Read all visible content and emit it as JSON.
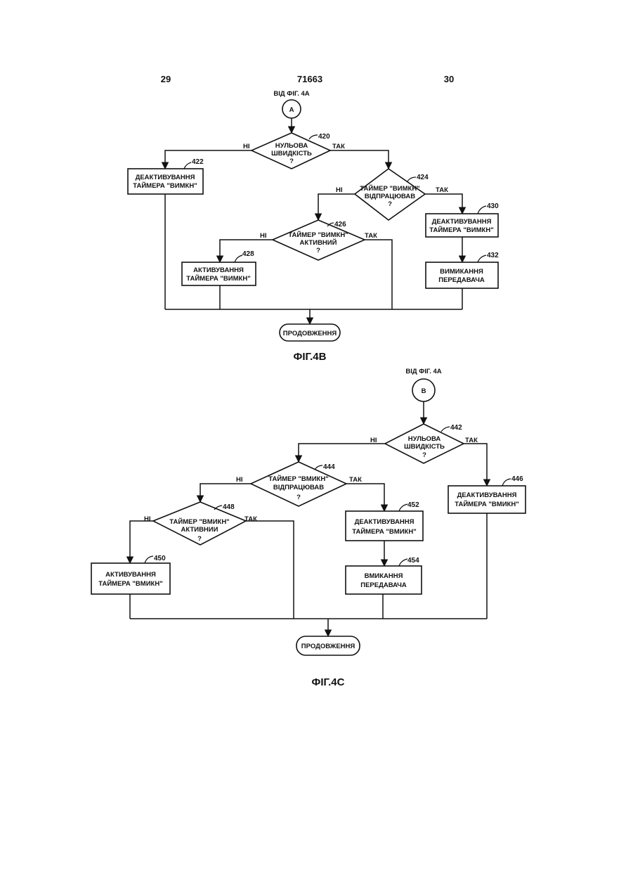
{
  "header": {
    "left_page": "29",
    "patent_number": "71663",
    "right_page": "30"
  },
  "fig4b": {
    "from_label": "ВІД ФІГ. 4А",
    "connector": "A",
    "d420": {
      "ref": "420",
      "lines": [
        "НУЛЬОВА",
        "ШВИДКІСТЬ",
        "?"
      ],
      "no": "НІ",
      "yes": "ТАК"
    },
    "b422": {
      "ref": "422",
      "lines": [
        "ДЕАКТИВУВАННЯ",
        "ТАЙМЕРА \"ВИМКН\""
      ]
    },
    "d424": {
      "ref": "424",
      "lines": [
        "ТАЙМЕР \"ВИМКН\"",
        "ВІДПРАЦЮВАВ",
        "?"
      ],
      "no": "НІ",
      "yes": "ТАК"
    },
    "d426": {
      "ref": "426",
      "lines": [
        "ТАЙМЕР \"ВИМКН\"",
        "АКТИВНИЙ",
        "?"
      ],
      "no": "НІ",
      "yes": "ТАК"
    },
    "b428": {
      "ref": "428",
      "lines": [
        "АКТИВУВАННЯ",
        "ТАЙМЕРА \"ВИМКН\""
      ]
    },
    "b430": {
      "ref": "430",
      "lines": [
        "ДЕАКТИВУВАННЯ",
        "ТАЙМЕРА \"ВИМКН\""
      ]
    },
    "b432": {
      "ref": "432",
      "lines": [
        "ВИМИКАННЯ",
        "ПЕРЕДАВАЧА"
      ]
    },
    "end": "ПРОДОВЖЕННЯ",
    "caption": "ФІГ.4В"
  },
  "fig4c": {
    "from_label": "ВІД ФІГ. 4А",
    "connector": "B",
    "d442": {
      "ref": "442",
      "lines": [
        "НУЛЬОВА",
        "ШВИДКІСТЬ",
        "?"
      ],
      "no": "НІ",
      "yes": "ТАК"
    },
    "d444": {
      "ref": "444",
      "lines": [
        "ТАЙМЕР \"ВМИКН\"",
        "ВІДПРАЦЮВАВ",
        "?"
      ],
      "no": "НІ",
      "yes": "ТАК"
    },
    "b446": {
      "ref": "446",
      "lines": [
        "ДЕАКТИВУВАННЯ",
        "ТАЙМЕРА \"ВМИКН\""
      ]
    },
    "d448": {
      "ref": "448",
      "lines": [
        "ТАЙМЕР \"ВМИКН\"",
        "АКТИВНИИ",
        "?"
      ],
      "no": "НІ",
      "yes": "ТАК"
    },
    "b450": {
      "ref": "450",
      "lines": [
        "АКТИВУВАННЯ",
        "ТАЙМЕРА \"ВМИКН\""
      ]
    },
    "b452": {
      "ref": "452",
      "lines": [
        "ДЕАКТИВУВАННЯ",
        "ТАЙМЕРА \"ВМИКН\""
      ]
    },
    "b454": {
      "ref": "454",
      "lines": [
        "ВМИКАННЯ",
        "ПЕРЕДАВАЧА"
      ]
    },
    "end": "ПРОДОВЖЕННЯ",
    "caption": "ФІГ.4С"
  }
}
